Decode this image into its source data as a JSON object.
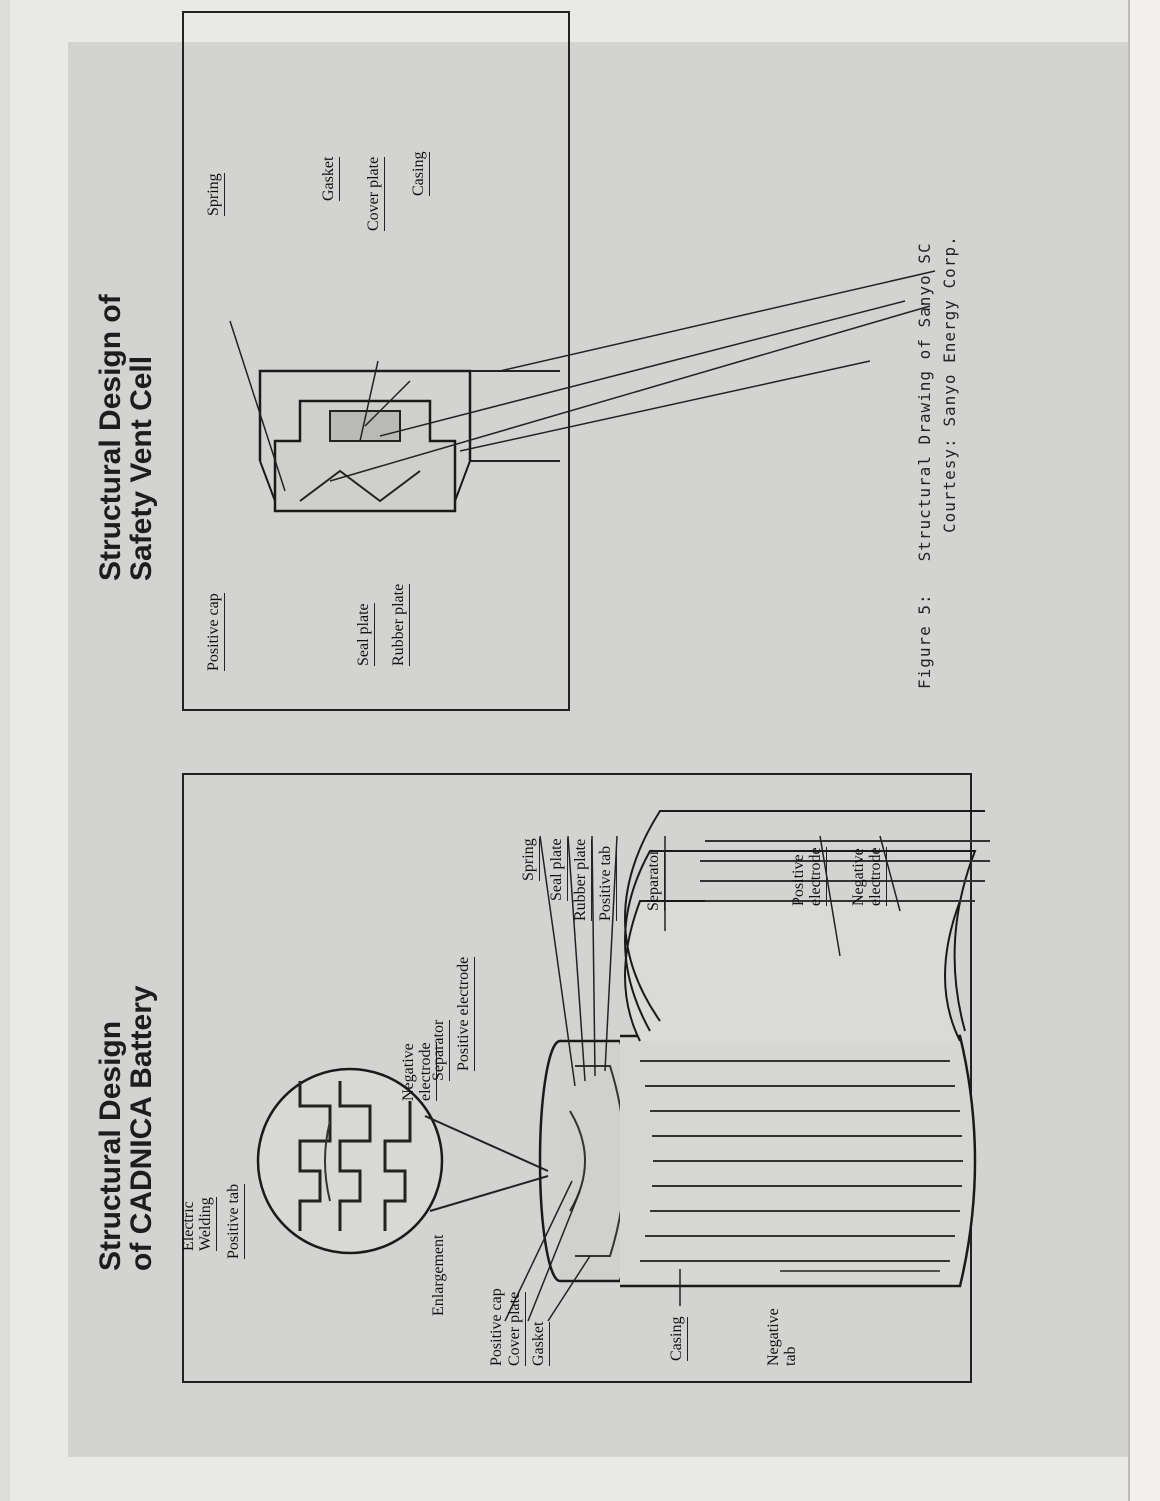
{
  "cadnica": {
    "title_line1": "Structural Design",
    "title_line2": "of CADNICA Battery",
    "labels": {
      "electric_welding_1": "Electric",
      "electric_welding_2": "Welding",
      "positive_tab_inset": "Positive tab",
      "negative_electrode_inset_1": "Negative",
      "negative_electrode_inset_2": "electrode",
      "separator_inset": "Separator",
      "positive_electrode_inset": "Positive electrode",
      "enlargement": "Enlargement",
      "positive_cap": "Positive cap",
      "cover_plate": "Cover plate",
      "gasket": "Gasket",
      "casing": "Casing",
      "negative_tab_1": "Negative",
      "negative_tab_2": "tab",
      "spring": "Spring",
      "seal_plate": "Seal plate",
      "rubber_plate": "Rubber plate",
      "positive_tab": "Positive tab",
      "separator": "Separator",
      "positive_electrode_1": "Positive",
      "positive_electrode_2": "electrode",
      "negative_electrode_1": "Negative",
      "negative_electrode_2": "electrode"
    }
  },
  "vent": {
    "title_line1": "Structural Design of",
    "title_line2": "Safety Vent Cell",
    "labels": {
      "positive_cap": "Positive cap",
      "seal_plate": "Seal plate",
      "rubber_plate": "Rubber plate",
      "spring": "Spring",
      "gasket": "Gasket",
      "cover_plate": "Cover plate",
      "casing": "Casing"
    }
  },
  "caption": {
    "line1": "Figure 5:   Structural Drawing of Sanyo SC",
    "line2": "Courtesy: Sanyo Energy Corp."
  }
}
